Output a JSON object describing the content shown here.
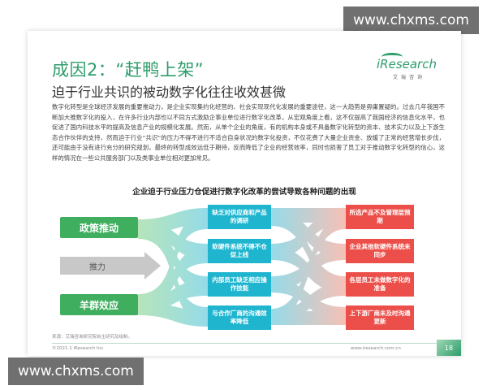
{
  "watermark": "www.chxms.com",
  "slide": {
    "title": "成因2：“赶鸭上架”",
    "subtitle": "迫于行业共识的被动数字化往往收效甚微",
    "logo_text": "iResearch",
    "logo_sub": "艾瑞咨询",
    "paragraph": "数字化转型是全球经济发展的重要推动力，是企业实现集约化经营的、社会实现现代化发展的重要途径，这一大趋势是毋庸置疑的。过去几年我国不断加大推数字化的投入，在许多行业内部也以不同方式激励企事业单位进行数字化改革，从宏观角度上看，这不仅提高了我国经济的信息化水平，也促进了国内科技水平的提高及信息产业的规模化发展。然而，从单个企业的角度，有的机构本身或不具备数字化转型的资本、技术实力以及上下游生态合作伙伴的支持，然而迫于行业“共识”的压力不得不进行不适合自身状况的数字化投资，不仅花费了大量企业资金、放缓了正常的经营增长步伐，还可能由于没有进行充分的研究规划，最终的转型成效远低于期待，反而降低了企业的经营效率，同时也损害了员工对于推动数字化转型的信心，这样的情况在一些公共服务部门以及类事业单位相对更加常见。",
    "chart_title": "企业迫于行业压力仓促进行数字化改革的尝试导致各种问题的出现",
    "left": [
      "政策推动",
      "羊群效应"
    ],
    "arrow": "推力",
    "middle": [
      "缺乏对供应商和产品的调研",
      "软硬件系统不得不仓促上线",
      "内部员工缺乏相应操作技能",
      "与合作厂商的沟通效率降低"
    ],
    "right": [
      "所选产品不及管理层预期",
      "企业其他软硬件系统未同步",
      "各层员工未做数字化的准备",
      "上下游厂商未及时沟通更新"
    ],
    "source": "来源：艾瑞咨询研究院自主研究及绘制。",
    "copyright": "©2021.1 iResearch Inc.",
    "site": "www.iresearch.com.cn",
    "page": "18"
  },
  "colors": {
    "brand_green": "#2e9c6b",
    "left_green": "#3fae5f",
    "middle_blue": "#1fb5cf",
    "right_red": "#ec4f49"
  }
}
